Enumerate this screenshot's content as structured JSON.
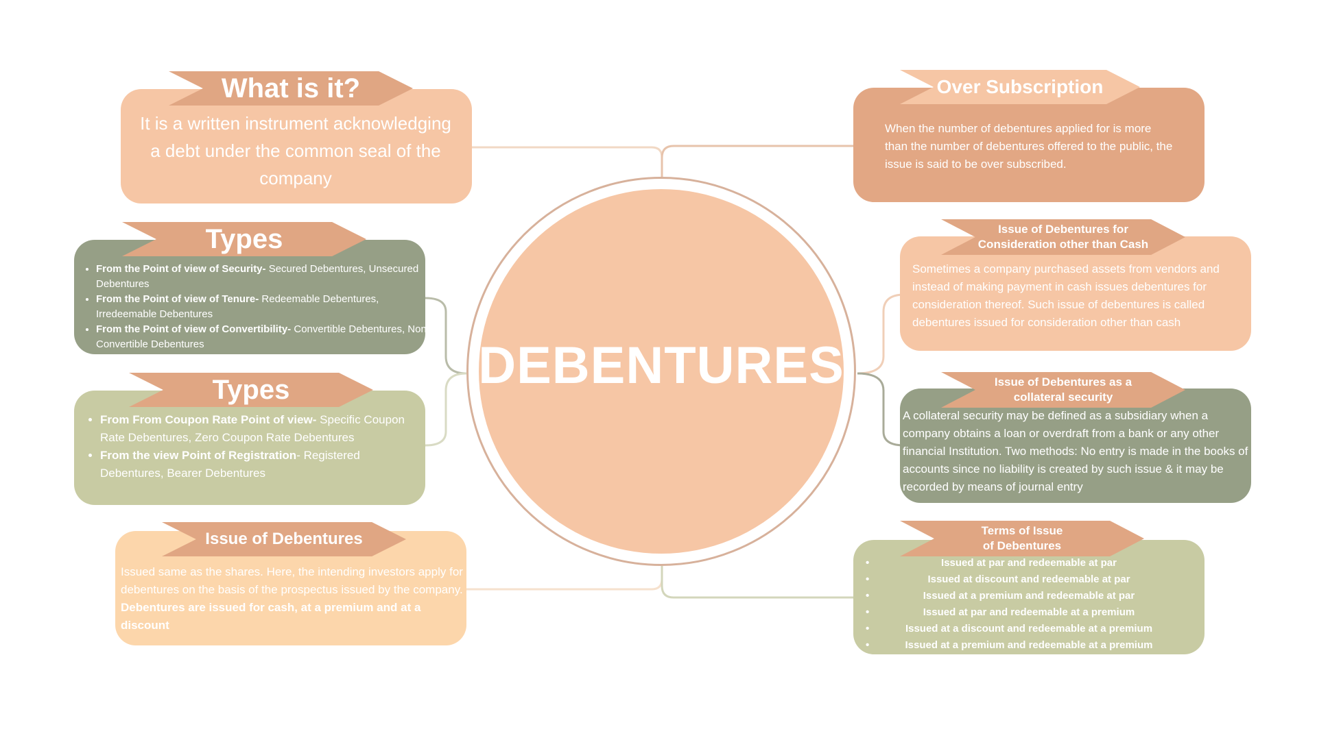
{
  "center": {
    "title": "DEBENTURES"
  },
  "what_is_it": {
    "title": "What is it?",
    "body": "It is a written instrument acknowledging a debt under the common seal of the company"
  },
  "types_1": {
    "title": "Types",
    "items": [
      {
        "bold": "From the Point of view of Security-",
        "text": " Secured Debentures, Unsecured Debentures"
      },
      {
        "bold": "From the Point of view of Tenure-",
        "text": " Redeemable Debentures, Irredeemable Debentures"
      },
      {
        "bold": "From the Point of view of Convertibility-",
        "text": " Convertible Debentures, Non-Convertible Debentures"
      }
    ]
  },
  "types_2": {
    "title": "Types",
    "items": [
      {
        "bold": "From From Coupon Rate Point of view-",
        "text": "  Specific Coupon Rate Debentures, Zero Coupon Rate Debentures"
      },
      {
        "bold": "From the view Point of Registration",
        "text": "-  Registered Debentures, Bearer Debentures"
      }
    ]
  },
  "issue": {
    "title": "Issue of Debentures",
    "body": "Issued same as the shares. Here, the intending investors apply for debentures on the basis of the prospectus issued by the company.",
    "bold": "Debentures are issued for cash, at a premium and at a discount"
  },
  "over_subscription": {
    "title": "Over Subscription",
    "body": "When the number of debentures applied for is more than the number of debentures offered to the public, the issue is said to be over subscribed."
  },
  "consideration": {
    "title_line1": "Issue  of Debentures for",
    "title_line2": "Consideration other than Cash",
    "body": "Sometimes a company purchased assets from vendors and instead of making payment in cash issues debentures for consideration thereof. Such issue of debentures is called debentures issued for consideration other than cash"
  },
  "collateral": {
    "title_line1": "Issue  of Debentures as a",
    "title_line2": "collateral security",
    "body": "A collateral security may be defined as a subsidiary when a company obtains a loan or overdraft from a bank or any other financial Institution. Two methods: No entry is made in the books of accounts since no liability is created by such issue & it  may be recorded by means of journal entry"
  },
  "terms": {
    "title_line1": "Terms of Issue",
    "title_line2": "of Debentures",
    "items": [
      "Issued at par and redeemable at par",
      "Issued at discount and redeemable at par",
      "Issued at a premium and redeemable at par",
      "Issued at par and redeemable at a premium",
      "Issued at a discount and redeemable at a premium",
      "Issued at a premium and redeemable at a premium"
    ]
  },
  "colors": {
    "peach": "#f6c6a5",
    "terracotta": "#e2a784",
    "sage": "#969f86",
    "olive": "#c8cba3",
    "sand": "#fcd6ab",
    "banner": "#e0a683"
  }
}
